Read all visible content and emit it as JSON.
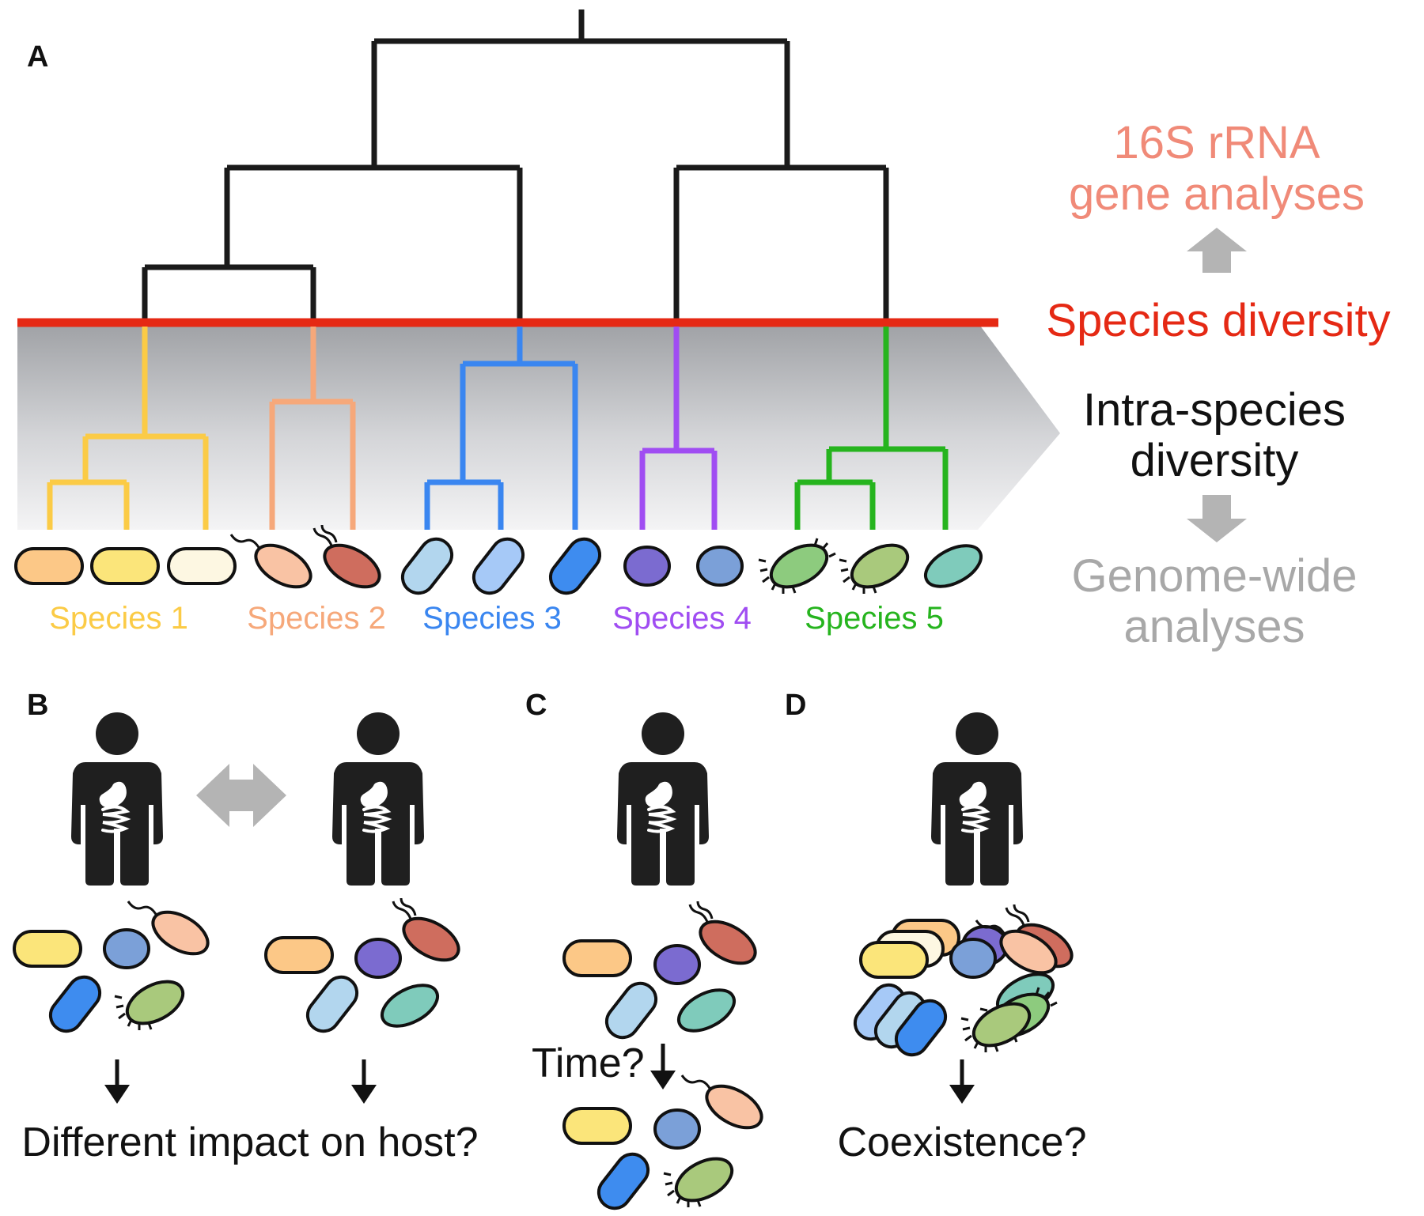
{
  "panels": {
    "a": "A",
    "b": "B",
    "c": "C",
    "d": "D"
  },
  "right_labels": {
    "rrna_line1": "16S rRNA",
    "rrna_line2": "gene analyses",
    "species_diversity": "Species diversity",
    "intra_line1": "Intra-species",
    "intra_line2": "diversity",
    "genome_line1": "Genome-wide",
    "genome_line2": "analyses"
  },
  "species": [
    {
      "label": "Species 1",
      "color": "#fbcb46"
    },
    {
      "label": "Species 2",
      "color": "#f6a87a"
    },
    {
      "label": "Species 3",
      "color": "#3a86f0"
    },
    {
      "label": "Species 4",
      "color": "#a04df2"
    },
    {
      "label": "Species 5",
      "color": "#26b41e"
    }
  ],
  "questions": {
    "impact": "Different impact on host?",
    "time": "Time?",
    "coexistence": "Coexistence?"
  },
  "colors": {
    "tree": "#1a1a1a",
    "species_line": "#e52914",
    "rrna_text": "#f08a78",
    "genome_text": "#a8a8a8",
    "arrow_grey": "#b4b4b4"
  }
}
